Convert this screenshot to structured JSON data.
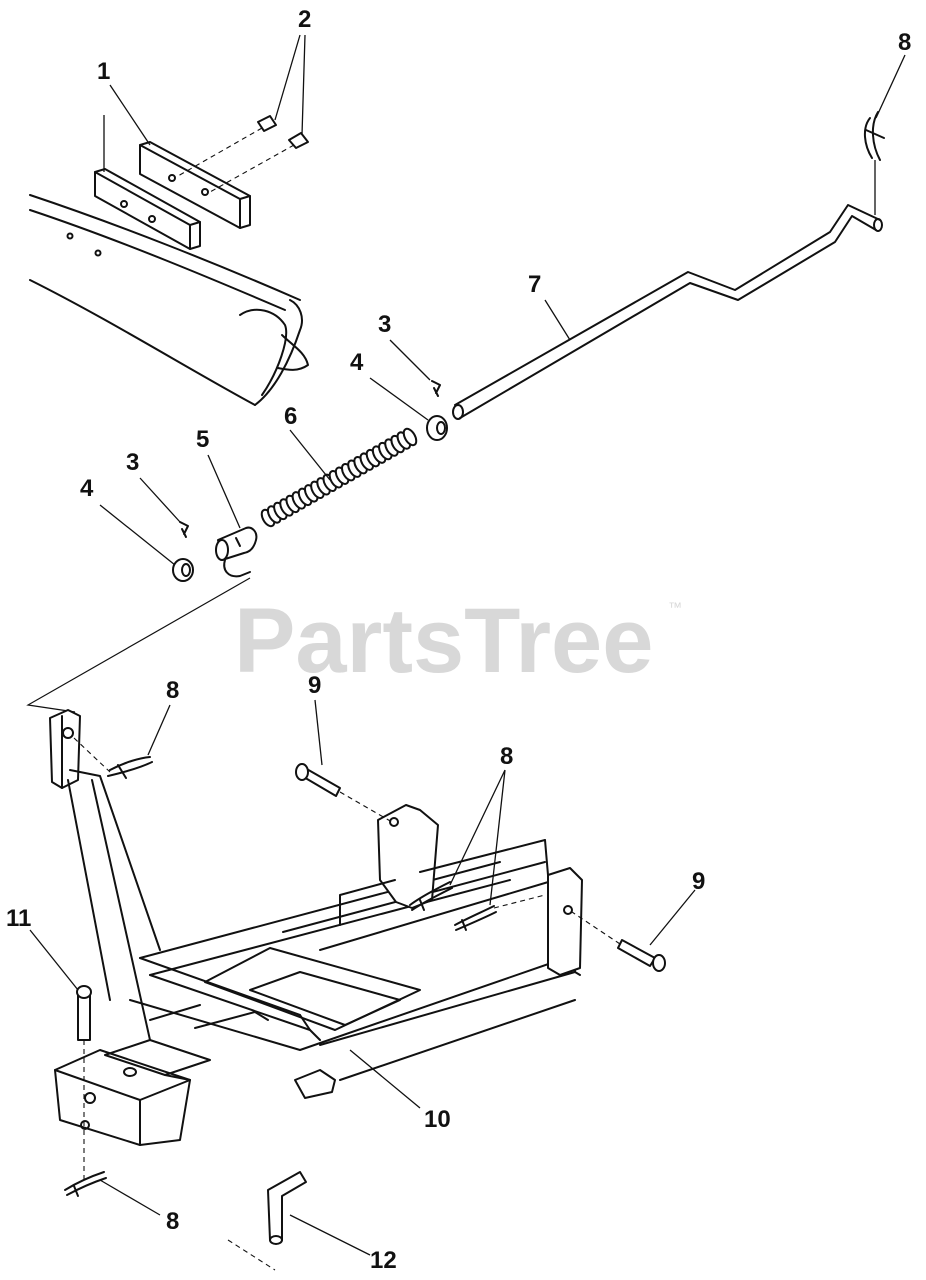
{
  "watermark": {
    "text": "PartsTree",
    "trademark": "™"
  },
  "callouts": [
    {
      "id": "c1",
      "label": "1"
    },
    {
      "id": "c2",
      "label": "2"
    },
    {
      "id": "c8a",
      "label": "8"
    },
    {
      "id": "c7",
      "label": "7"
    },
    {
      "id": "c3a",
      "label": "3"
    },
    {
      "id": "c4a",
      "label": "4"
    },
    {
      "id": "c6",
      "label": "6"
    },
    {
      "id": "c5",
      "label": "5"
    },
    {
      "id": "c3b",
      "label": "3"
    },
    {
      "id": "c4b",
      "label": "4"
    },
    {
      "id": "c8b",
      "label": "8"
    },
    {
      "id": "c9a",
      "label": "9"
    },
    {
      "id": "c8c",
      "label": "8"
    },
    {
      "id": "c9b",
      "label": "9"
    },
    {
      "id": "c11",
      "label": "11"
    },
    {
      "id": "c10",
      "label": "10"
    },
    {
      "id": "c8d",
      "label": "8"
    },
    {
      "id": "c12",
      "label": "12"
    }
  ]
}
